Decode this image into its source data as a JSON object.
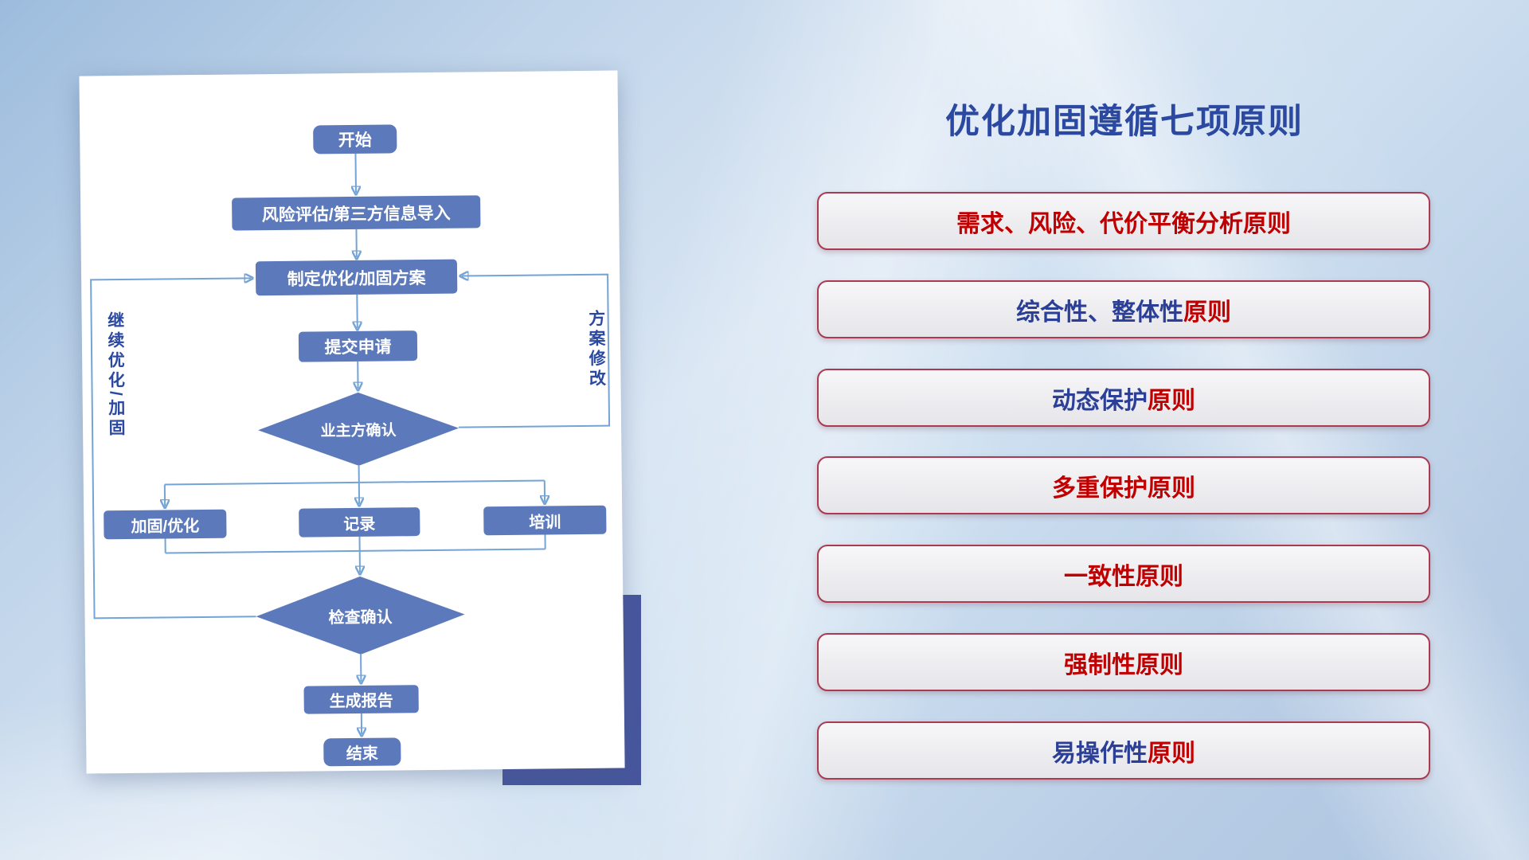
{
  "flowchart": {
    "nodes": {
      "start": "开始",
      "risk_import": "风险评估/第三方信息导入",
      "make_plan": "制定优化/加固方案",
      "submit": "提交申请",
      "owner_confirm": "业主方确认",
      "harden": "加固/优化",
      "record": "记录",
      "training": "培训",
      "check_confirm": "检查确认",
      "report": "生成报告",
      "end": "结束"
    },
    "loop_labels": {
      "continue_optimize": "继续优化/加固",
      "plan_modify": "方案修改"
    },
    "colors": {
      "node_fill": "#5b79bb",
      "node_text": "#ffffff",
      "connector": "#74a3d6",
      "shadow_block": "#47569e",
      "card_background": "#ffffff"
    }
  },
  "panel": {
    "title": "优化加固遵循七项原则",
    "title_color": "#2c49a2",
    "text_colors": {
      "blue": "#2c3f97",
      "red": "#c00000"
    },
    "button_border": "#a93a50",
    "button_fill": "#ededf0",
    "principles": [
      {
        "blue": "",
        "red": "需求、风险、代价平衡分析原则"
      },
      {
        "blue": "综合性、整体性",
        "red": "原则"
      },
      {
        "blue": "动态保护",
        "red": "原则"
      },
      {
        "blue": "",
        "red": "多重保护原则"
      },
      {
        "blue": "",
        "red": "一致性原则"
      },
      {
        "blue": "",
        "red": "强制性原则"
      },
      {
        "blue": "易操作性",
        "red": "原则"
      }
    ]
  }
}
